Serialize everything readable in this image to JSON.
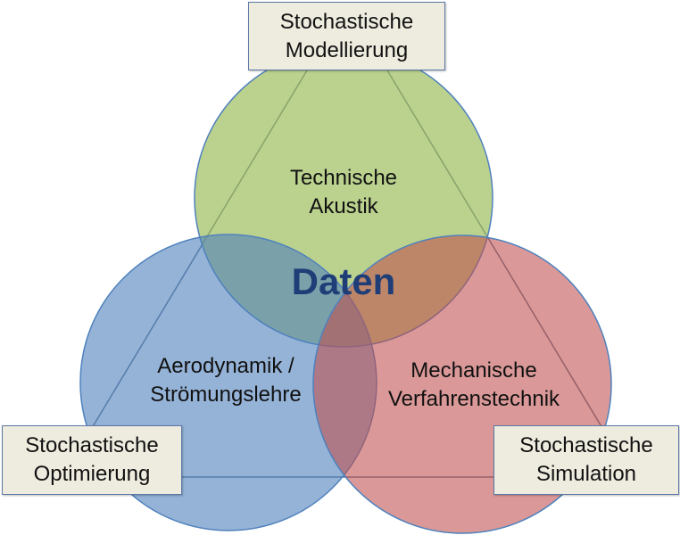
{
  "circles": [
    {
      "label_lines": [
        "Technische",
        "Akustik"
      ],
      "color": "#9bbb59"
    },
    {
      "label_lines": [
        "Aerodynamik /",
        "Strömungslehre"
      ],
      "color": "#4f81bd"
    },
    {
      "label_lines": [
        "Mechanische",
        "Verfahrenstechnik"
      ],
      "color": "#c0504d"
    }
  ],
  "center_label": "Daten",
  "corner_boxes": {
    "top": [
      "Stochastische",
      "Modellierung"
    ],
    "left": [
      "Stochastische",
      "Optimierung"
    ],
    "right": [
      "Stochastische",
      "Simulation"
    ]
  }
}
